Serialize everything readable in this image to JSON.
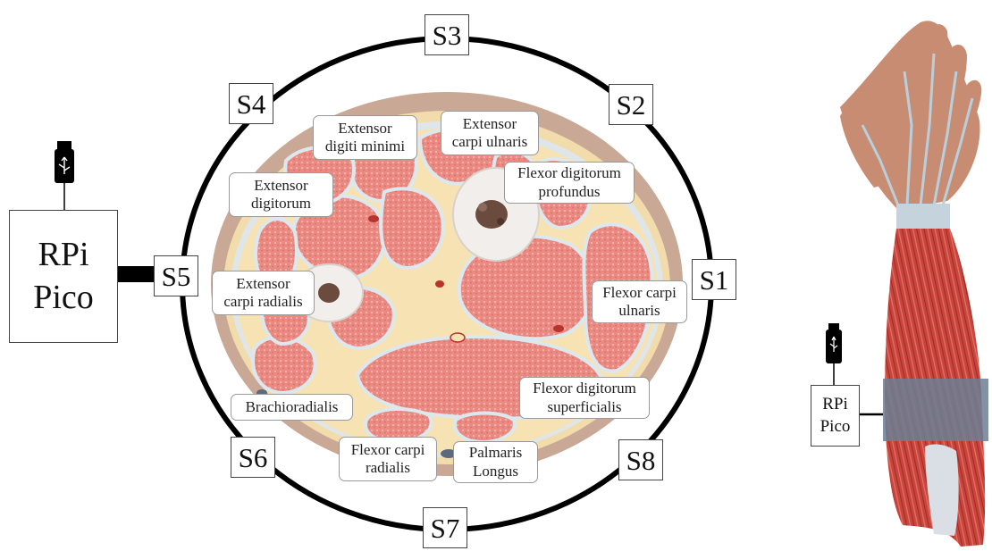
{
  "diagram": {
    "sensors": [
      "S1",
      "S2",
      "S3",
      "S4",
      "S5",
      "S6",
      "S7",
      "S8"
    ],
    "muscles": {
      "extensor_digiti_minimi": [
        "Extensor",
        "digiti minimi"
      ],
      "extensor_carpi_ulnaris": [
        "Extensor",
        "carpi ulnaris"
      ],
      "flexor_digitorum_profundus": [
        "Flexor digitorum",
        "profundus"
      ],
      "extensor_digitorum": [
        "Extensor",
        "digitorum"
      ],
      "extensor_carpi_radialis": [
        "Extensor",
        "carpi radialis"
      ],
      "flexor_carpi_ulnaris": [
        "Flexor carpi",
        "ulnaris"
      ],
      "flexor_digitorum_superficialis": [
        "Flexor digitorum",
        "superficialis"
      ],
      "brachioradialis": [
        "Brachioradialis"
      ],
      "flexor_carpi_radialis": [
        "Flexor carpi",
        "radialis"
      ],
      "palmaris_longus": [
        "Palmaris",
        "Longus"
      ]
    },
    "devices": {
      "main": [
        "RPi",
        "Pico"
      ],
      "arm": [
        "RPi",
        "Pico"
      ]
    },
    "icons": [
      "usb-connector-icon",
      "usb-connector-icon"
    ],
    "colors": {
      "ring": "#000000",
      "muscle": "#e8837c",
      "fat": "#f3dcab",
      "skin": "#c9a896",
      "bone": "#f1eeec",
      "band": "#6b7f95"
    }
  }
}
